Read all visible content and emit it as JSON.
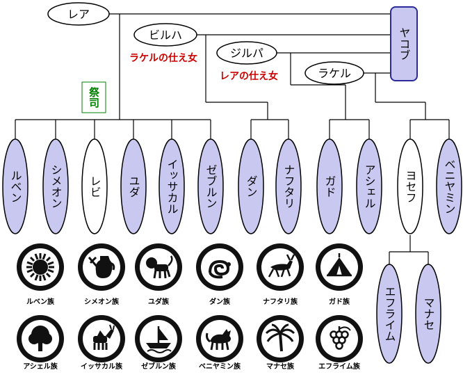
{
  "colors": {
    "line": "#000000",
    "node_fill_blue": "#c8c8f0",
    "node_fill_white": "#ffffff",
    "note_red": "#cc0000",
    "priest_green": "#008000",
    "emblem_dark": "#111111"
  },
  "parents": {
    "jacob": "ヤコブ",
    "leah": "レア",
    "bilhah": "ビルハ",
    "zilpah": "ジルパ",
    "rachel": "ラケル"
  },
  "notes": {
    "bilhah_note": "ラケルの仕え女",
    "zilpah_note": "レアの仕え女",
    "priest": "祭司"
  },
  "sons": [
    {
      "key": "reuben",
      "label": "ルベン",
      "style": "blue"
    },
    {
      "key": "simeon",
      "label": "シメオン",
      "style": "blue"
    },
    {
      "key": "levi",
      "label": "レビ",
      "style": "white"
    },
    {
      "key": "judah",
      "label": "ユダ",
      "style": "blue"
    },
    {
      "key": "issachar",
      "label": "イッサカル",
      "style": "blue"
    },
    {
      "key": "zebulun",
      "label": "ゼブルン",
      "style": "blue"
    },
    {
      "key": "dan",
      "label": "ダン",
      "style": "blue"
    },
    {
      "key": "naphtali",
      "label": "ナフタリ",
      "style": "blue"
    },
    {
      "key": "gad",
      "label": "ガド",
      "style": "blue"
    },
    {
      "key": "asher",
      "label": "アシェル",
      "style": "blue"
    },
    {
      "key": "joseph",
      "label": "ヨセフ",
      "style": "white"
    },
    {
      "key": "benjamin",
      "label": "ベニヤミン",
      "style": "blue"
    }
  ],
  "grandsons": [
    {
      "key": "ephraim",
      "label": "エフライム",
      "style": "blue"
    },
    {
      "key": "manasseh",
      "label": "マナセ",
      "style": "blue"
    }
  ],
  "emblems": [
    {
      "key": "reuben",
      "label": "ルベン族",
      "icon": "sun-icon"
    },
    {
      "key": "simeon",
      "label": "シメオン族",
      "icon": "jug-sword-icon"
    },
    {
      "key": "judah",
      "label": "ユダ族",
      "icon": "lion-icon"
    },
    {
      "key": "dan",
      "label": "ダン族",
      "icon": "serpent-icon"
    },
    {
      "key": "naphtali",
      "label": "ナフタリ族",
      "icon": "deer-icon"
    },
    {
      "key": "gad",
      "label": "ガド族",
      "icon": "tent-icon"
    },
    {
      "key": "asher",
      "label": "アシェル族",
      "icon": "tree-icon"
    },
    {
      "key": "issachar",
      "label": "イッサカル族",
      "icon": "donkey-icon"
    },
    {
      "key": "zebulun",
      "label": "ゼブルン族",
      "icon": "ship-icon"
    },
    {
      "key": "benjamin",
      "label": "ベニヤミン族",
      "icon": "wolf-icon"
    },
    {
      "key": "manasseh",
      "label": "マナセ族",
      "icon": "palm-icon"
    },
    {
      "key": "ephraim",
      "label": "エフライム族",
      "icon": "grapes-icon"
    }
  ]
}
